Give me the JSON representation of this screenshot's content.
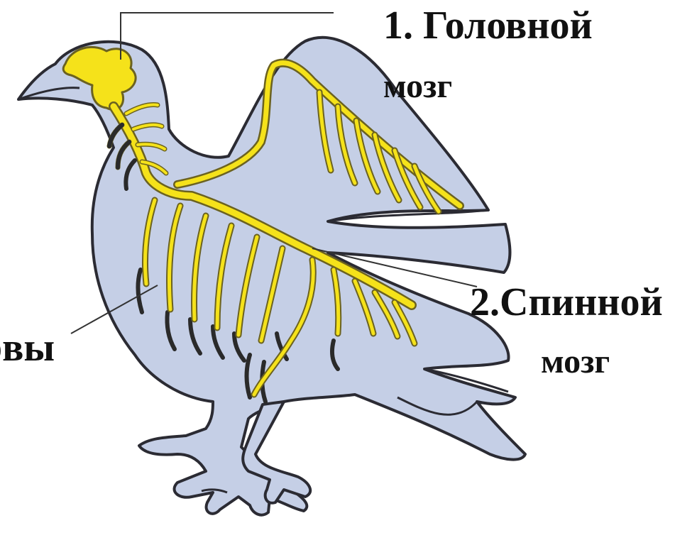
{
  "labels": {
    "brain_line1": "1. Головной",
    "brain_line2": "мозг",
    "spinal_line1": "2.Спинной",
    "spinal_line2": "мозг",
    "nerves_partial": "рвы"
  },
  "colors": {
    "body_fill": "#c5cfe6",
    "outline": "#2b2b33",
    "nerve_yellow": "#f5e21a",
    "nerve_edge": "#6b6220",
    "dark_nerves": "#2a2a2a",
    "leader_line": "#333333",
    "text": "#111111"
  },
  "parts": [
    "bird-body",
    "brain",
    "spinal-cord",
    "wing-nerves",
    "body-nerves"
  ]
}
